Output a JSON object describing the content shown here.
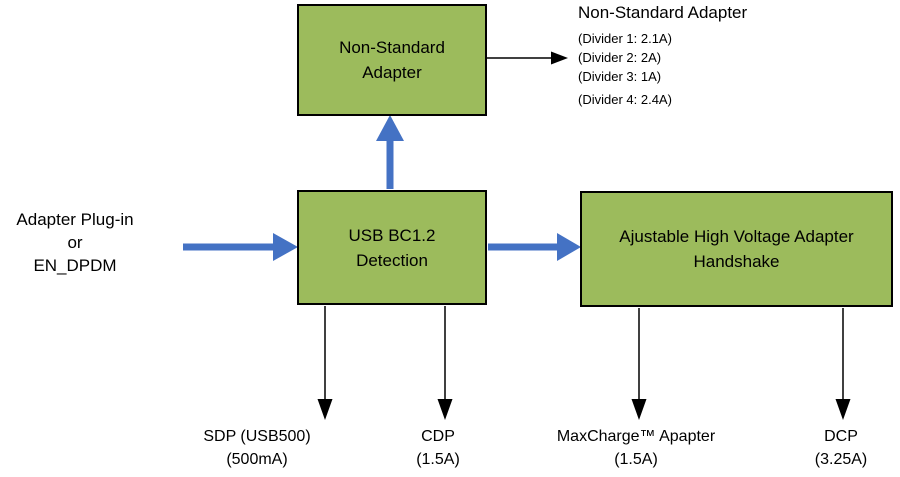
{
  "left_label": {
    "line1": "Adapter Plug-in",
    "line2": "or",
    "line3": "EN_DPDM"
  },
  "boxes": {
    "non_standard": {
      "line1": "Non-Standard",
      "line2": "Adapter"
    },
    "bc12": {
      "line1": "USB BC1.2",
      "line2": "Detection"
    },
    "hv": {
      "line1": "Ajustable High Voltage Adapter",
      "line2": "Handshake"
    }
  },
  "annotation": {
    "title": "Non-Standard Adapter",
    "lines": [
      "(Divider 1: 2.1A)",
      "(Divider 2: 2A)",
      "(Divider 3: 1A)",
      "(Divider 4: 2.4A)"
    ]
  },
  "outputs": [
    {
      "label": "SDP (USB500)",
      "value": "(500mA)"
    },
    {
      "label": "CDP",
      "value": "(1.5A)"
    },
    {
      "label": "MaxCharge™ Apapter",
      "value": "(1.5A)"
    },
    {
      "label": "DCP",
      "value": "(3.25A)"
    }
  ],
  "colors": {
    "box_fill": "#9CBB5C",
    "box_border": "#000000",
    "arrow_blue": "#4472C4",
    "arrow_black": "#000000"
  }
}
